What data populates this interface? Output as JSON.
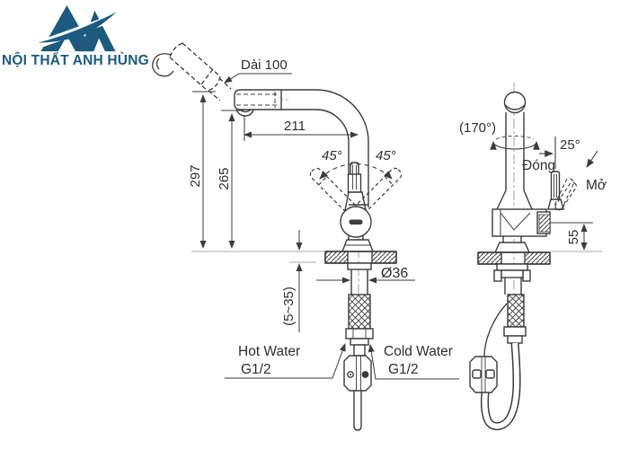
{
  "brand": {
    "name": "NỘI THẤT ANH HÙNG"
  },
  "front_view": {
    "spout_length": "Dài 100",
    "reach": "211",
    "height_total": "297",
    "height_to_spout": "265",
    "swing_left": "45°",
    "swing_right": "45°",
    "shank_diameter": "Ø36",
    "deck_thickness": "(5~35)",
    "hot_water": "Hot Water",
    "hot_thread": "G1/2",
    "cold_water": "Cold Water",
    "cold_thread": "G1/2"
  },
  "side_view": {
    "swivel_angle": "(170°)",
    "open_angle": "25°",
    "closed_label": "Đóng",
    "open_label": "Mở",
    "body_height": "55"
  },
  "colors": {
    "line": "#3b3b3b",
    "accent": "#1c5a80",
    "dim_gray": "#a8a8a8",
    "text": "#2e2e2e"
  }
}
